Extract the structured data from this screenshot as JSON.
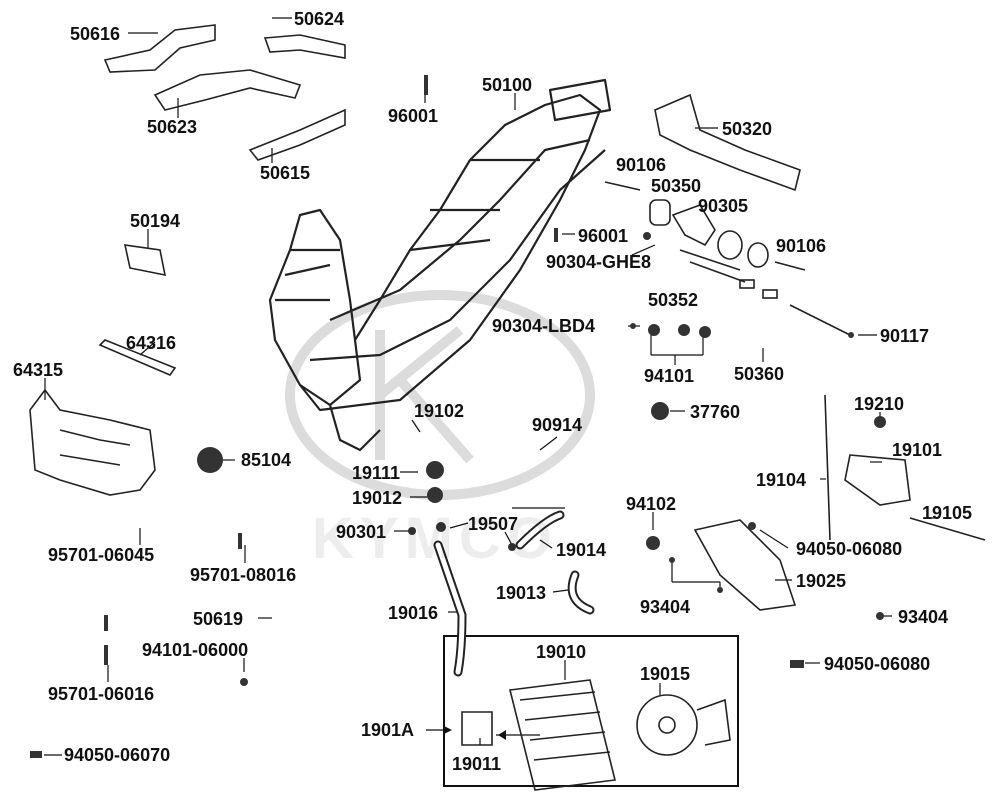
{
  "watermark": "KYMCO",
  "labels": {
    "p50616": "50616",
    "p50624": "50624",
    "p50623": "50623",
    "p50615": "50615",
    "p96001a": "96001",
    "p50100": "50100",
    "p50320": "50320",
    "p90106a": "90106",
    "p50350": "50350",
    "p90305": "90305",
    "p96001b": "96001",
    "p90304ghe8": "90304-GHE8",
    "p90106b": "90106",
    "p50352": "50352",
    "p90304lbd4": "90304-LBD4",
    "p90117": "90117",
    "p94101": "94101",
    "p50360": "50360",
    "p50194": "50194",
    "p64316": "64316",
    "p64315": "64315",
    "p85104": "85104",
    "p95701_06045": "95701-06045",
    "p95701_08016": "95701-08016",
    "p50619": "50619",
    "p94101_06000": "94101-06000",
    "p95701_06016": "95701-06016",
    "p94050_06070": "94050-06070",
    "p19102": "19102",
    "p19111": "19111",
    "p19012": "19012",
    "p90301": "90301",
    "p19507": "19507",
    "p19014": "19014",
    "p19013": "19013",
    "p19016": "19016",
    "p90914": "90914",
    "p37760": "37760",
    "p19210": "19210",
    "p19101": "19101",
    "p19104": "19104",
    "p19105": "19105",
    "p94102": "94102",
    "p94050_06080a": "94050-06080",
    "p19025": "19025",
    "p93404a": "93404",
    "p93404b": "93404",
    "p94050_06080b": "94050-06080",
    "p19010": "19010",
    "p19015": "19015",
    "p1901A": "1901A",
    "p19011": "19011"
  }
}
